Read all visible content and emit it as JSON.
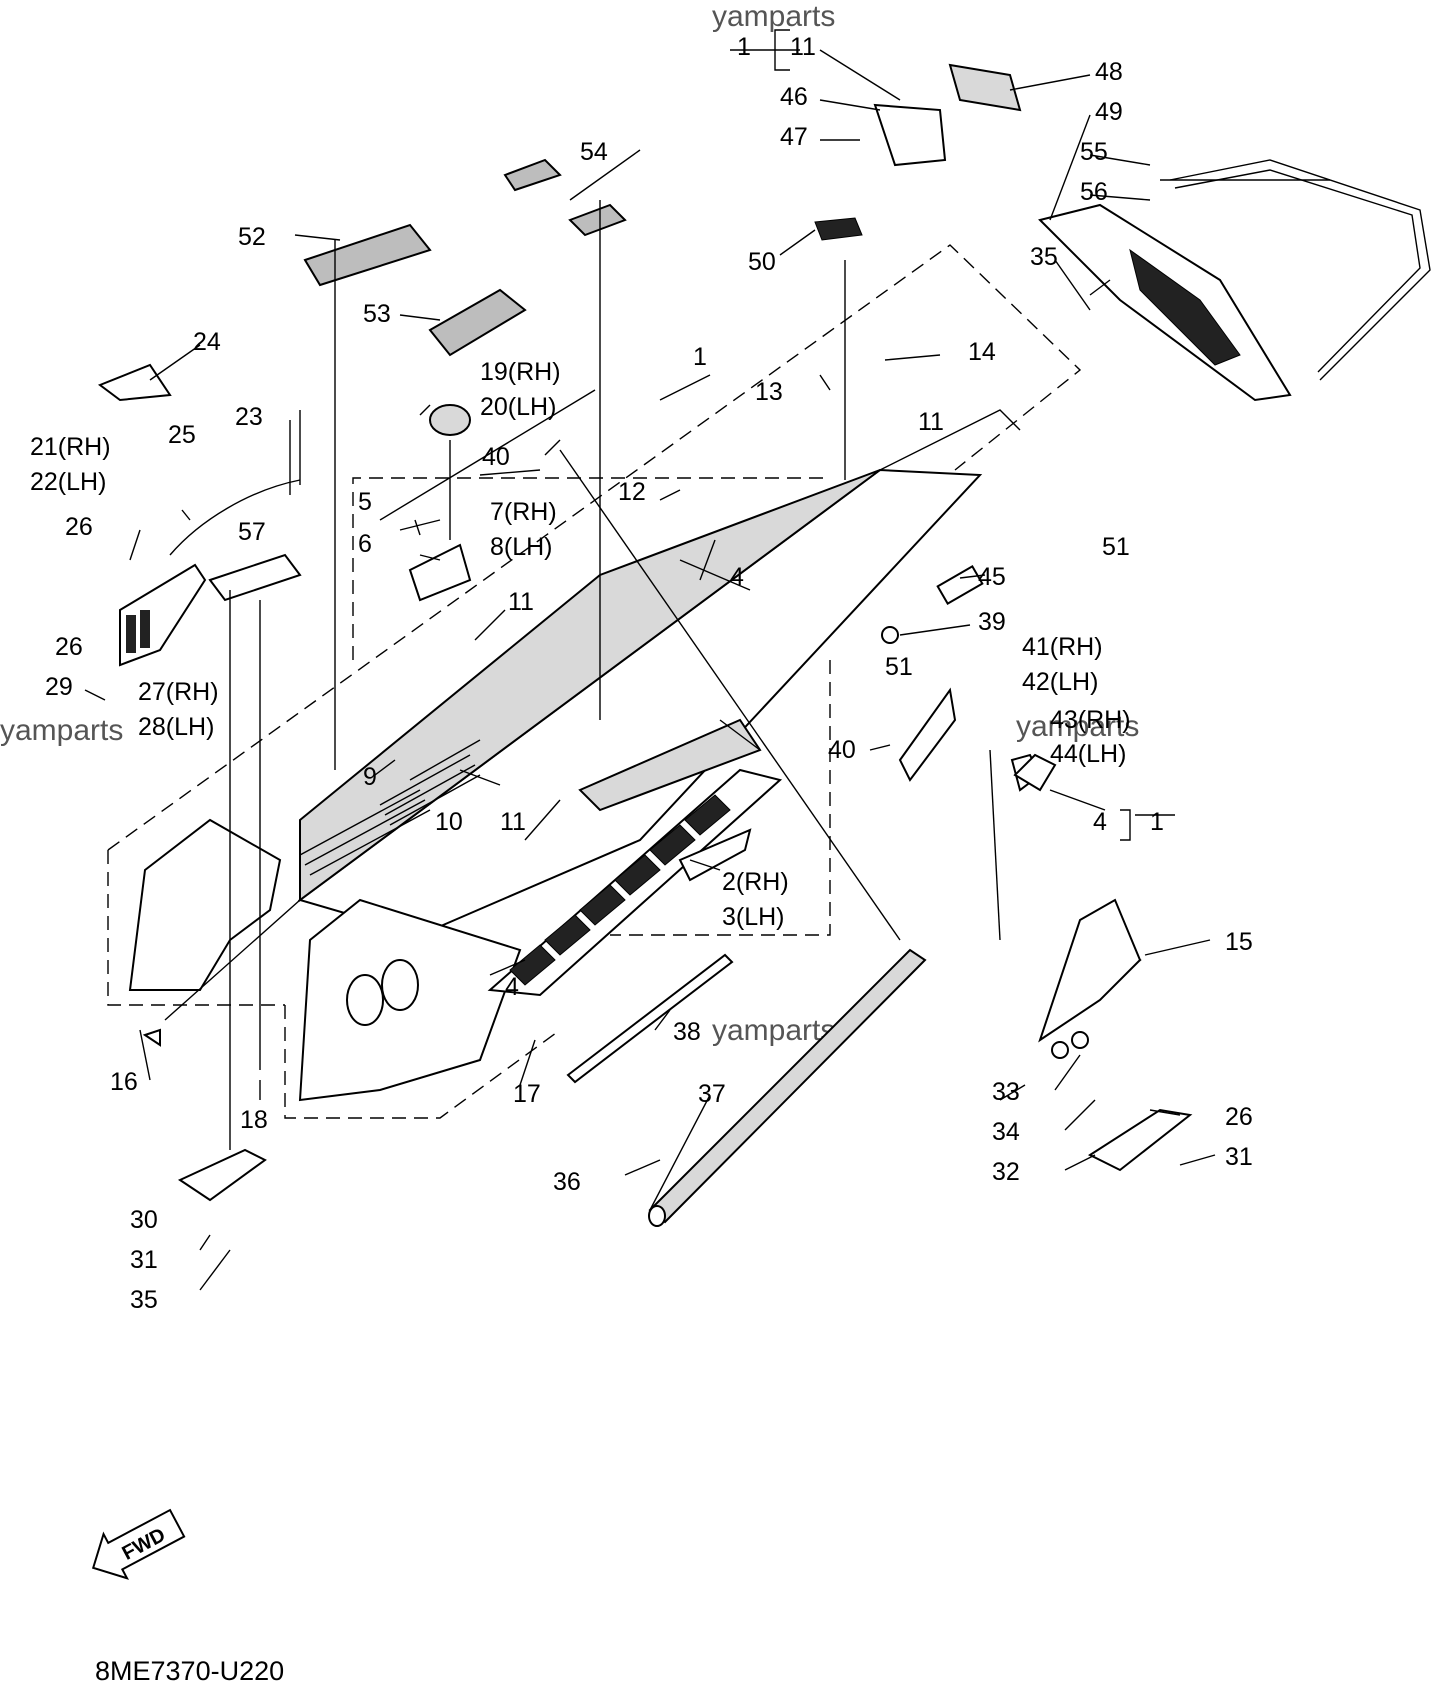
{
  "watermark": "yamparts",
  "diagram_code": "8ME7370-U220",
  "fwd_label": "FWD",
  "callouts": {
    "c1": "1",
    "c1_top": "1",
    "c1_right": "1",
    "c2_rh": "2(RH)",
    "c3_lh": "3(LH)",
    "c4_a": "4",
    "c4_b": "4",
    "c4_c": "4",
    "c5": "5",
    "c6": "6",
    "c7_rh": "7(RH)",
    "c8_lh": "8(LH)",
    "c9": "9",
    "c10": "10",
    "c11_top": "11",
    "c11_a": "11",
    "c11_b": "11",
    "c11_c": "11",
    "c12": "12",
    "c13": "13",
    "c14": "14",
    "c15": "15",
    "c16": "16",
    "c17": "17",
    "c18": "18",
    "c19_rh": "19(RH)",
    "c20_lh": "20(LH)",
    "c21_rh": "21(RH)",
    "c22_lh": "22(LH)",
    "c23": "23",
    "c24": "24",
    "c25": "25",
    "c26_a": "26",
    "c26_b": "26",
    "c26_c": "26",
    "c27_rh": "27(RH)",
    "c28_lh": "28(LH)",
    "c29": "29",
    "c30": "30",
    "c31_a": "31",
    "c31_b": "31",
    "c32": "32",
    "c33": "33",
    "c34": "34",
    "c35_a": "35",
    "c35_b": "35",
    "c36": "36",
    "c37": "37",
    "c38": "38",
    "c39": "39",
    "c40_a": "40",
    "c40_b": "40",
    "c41_rh": "41(RH)",
    "c42_lh": "42(LH)",
    "c43_rh": "43(RH)",
    "c44_lh": "44(LH)",
    "c45": "45",
    "c46": "46",
    "c47": "47",
    "c48": "48",
    "c49": "49",
    "c50": "50",
    "c51_a": "51",
    "c51_b": "51",
    "c52": "52",
    "c53": "53",
    "c54": "54",
    "c55": "55",
    "c56": "56",
    "c57": "57"
  }
}
